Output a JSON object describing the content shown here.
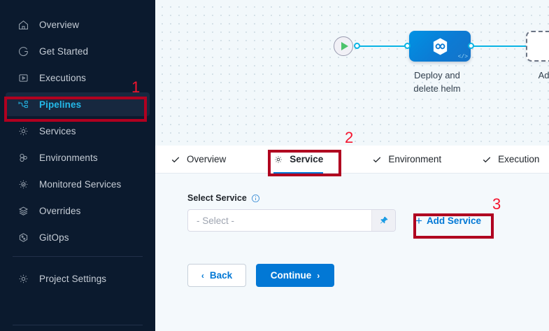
{
  "sidebar": {
    "items": [
      {
        "label": "Overview",
        "icon": "home-icon",
        "active": false
      },
      {
        "label": "Get Started",
        "icon": "get-started-icon",
        "active": false
      },
      {
        "label": "Executions",
        "icon": "executions-icon",
        "active": false
      },
      {
        "label": "Pipelines",
        "icon": "pipelines-icon",
        "active": true
      },
      {
        "label": "Services",
        "icon": "gear-icon",
        "active": false
      },
      {
        "label": "Environments",
        "icon": "environments-icon",
        "active": false
      },
      {
        "label": "Monitored Services",
        "icon": "monitored-services-icon",
        "active": false
      },
      {
        "label": "Overrides",
        "icon": "layers-icon",
        "active": false
      },
      {
        "label": "GitOps",
        "icon": "gitops-icon",
        "active": false
      }
    ],
    "bottom_items": [
      {
        "label": "Project Settings",
        "icon": "gear-icon",
        "active": false
      }
    ]
  },
  "canvas": {
    "start_node": {
      "name": "start-node",
      "icon": "play-icon"
    },
    "end_node": {
      "name": "end-node",
      "icon": "stop-icon"
    },
    "stage": {
      "label": "Deploy and\ndelete helm",
      "label_line1": "Deploy and",
      "label_line2": "delete helm",
      "icon": "harness-hexagon-icon",
      "code_badge": "</>"
    },
    "add_stage": {
      "label": "Add Stage",
      "icon": "plus-icon"
    }
  },
  "tabs": [
    {
      "label": "Overview",
      "icon": "check-icon",
      "active": false
    },
    {
      "label": "Service",
      "icon": "gear-icon",
      "active": true
    },
    {
      "label": "Environment",
      "icon": "check-icon",
      "active": false
    },
    {
      "label": "Execution",
      "icon": "check-icon",
      "active": false
    }
  ],
  "form": {
    "select_service_label": "Select Service",
    "info_icon": "info-icon",
    "select_placeholder": "- Select -",
    "pin_icon": "pin-icon",
    "add_service_label": "Add Service",
    "add_service_plus": "+",
    "back_label": "Back",
    "back_chevron": "‹",
    "continue_label": "Continue",
    "continue_chevron": "›"
  },
  "annotations": [
    {
      "number": "1",
      "target": "sidebar-item-pipelines"
    },
    {
      "number": "2",
      "target": "tab-service"
    },
    {
      "number": "3",
      "target": "add-service-button"
    }
  ],
  "colors": {
    "sidebar_bg": "#0B1A2E",
    "sidebar_active_bg": "#17283F",
    "sidebar_active_text": "#24B9E8",
    "accent_blue": "#0278D5",
    "connector_blue": "#0AB4E4",
    "annotation_red": "#B00020",
    "annotation_number_red": "#F5142E",
    "content_bg": "#F4F9FC"
  }
}
